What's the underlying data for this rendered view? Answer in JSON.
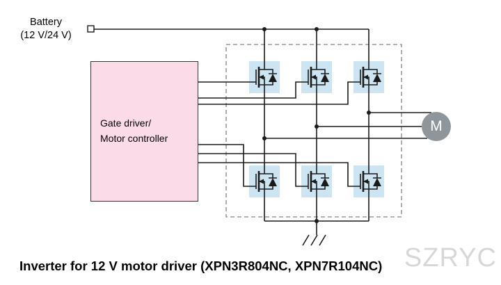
{
  "battery": {
    "line1": "Battery",
    "line2": "(12 V/24 V)"
  },
  "controller": {
    "line1": "Gate driver/",
    "line2": "Motor controller"
  },
  "motor": {
    "label": "M"
  },
  "caption": "Inverter for 12 V motor driver (XPN3R804NC, XPN7R104NC)",
  "watermark": "SZRYC",
  "colors": {
    "controller_fill": "#fadbe7",
    "controller_border": "#333333",
    "mosfet_fill": "#cde5f3",
    "motor_fill": "#8f969b",
    "wire": "#1a1a1a",
    "dashed_border": "#999999",
    "watermark_color": "#d7d7d7"
  }
}
